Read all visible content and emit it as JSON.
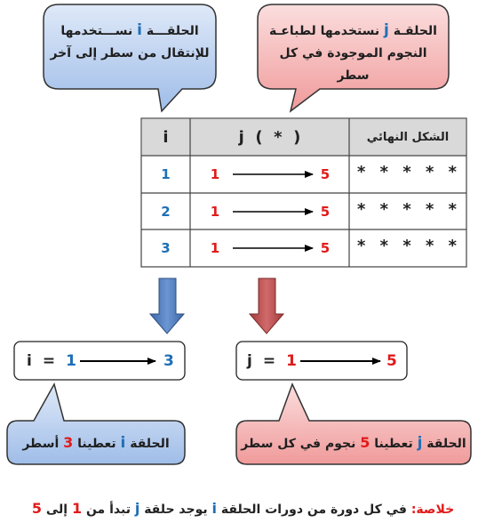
{
  "bubbles": {
    "top_left": {
      "line1_prefix": "الحلقـــة",
      "line1_var": "i",
      "line1_suffix": "نســـتخدمها",
      "line2": "للإنتقال من سطر إلى آخر"
    },
    "top_right": {
      "line1_prefix": "الحلقـة",
      "line1_var": "j",
      "line1_suffix": "نستخدمها لطباعـة",
      "line2": "النجوم الموجودة في كل سطر"
    },
    "bottom_left": {
      "prefix": "الحلقة",
      "var": "i",
      "middle": "تعطينا",
      "number": "3",
      "suffix": "أسطر"
    },
    "bottom_right": {
      "prefix": "الحلقة",
      "var": "j",
      "middle": "تعطينا",
      "number": "5",
      "suffix": "نجوم في كل سطر"
    }
  },
  "table": {
    "headers": {
      "i": "i",
      "j": "j  (  *  )",
      "shape": "الشكل النهائي"
    },
    "rows": [
      {
        "i": "1",
        "j_start": "1",
        "j_end": "5",
        "stars": "* * * * *"
      },
      {
        "i": "2",
        "j_start": "1",
        "j_end": "5",
        "stars": "* * * * *"
      },
      {
        "i": "3",
        "j_start": "1",
        "j_end": "5",
        "stars": "* * * * *"
      }
    ]
  },
  "loops": {
    "i_loop": {
      "var": "i",
      "eq": "=",
      "start": "1",
      "end": "3"
    },
    "j_loop": {
      "var": "j",
      "eq": "=",
      "start": "1",
      "end": "5"
    }
  },
  "summary": {
    "label": "خلاصة:",
    "text1": "في كل دورة من دورات الحلقة",
    "var_i": "i",
    "text2": "يوجد حلقة",
    "var_j": "j",
    "text3": "تبدأ من",
    "start": "1",
    "text4": "إلى",
    "end": "5"
  },
  "colors": {
    "blue_text": "#1f6fb5",
    "red_text": "#e01b1b",
    "blue_bubble": "#a9c4ea",
    "red_bubble": "#f3a6a6",
    "blue_arrow": "#4a78b8",
    "red_arrow": "#b84444"
  }
}
